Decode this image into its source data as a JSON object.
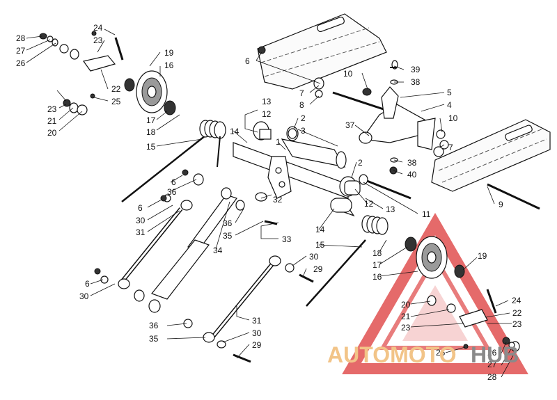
{
  "watermark": {
    "text_a": "AUTOMOTO",
    "text_b": "HUB",
    "color_a": "#f2c488",
    "color_b": "#8a8a8a",
    "triangle_color": "#e05050"
  },
  "labels": {
    "l28a": "28",
    "l27a": "27",
    "l26a": "26",
    "l24a": "24",
    "l23a": "23",
    "l19a": "19",
    "l16a": "16",
    "l22a": "22",
    "l25a": "25",
    "l23b": "23",
    "l21a": "21",
    "l20a": "20",
    "l17a": "17",
    "l18a": "18",
    "l15a": "15",
    "l14a": "14",
    "l13a": "13",
    "l12a": "12",
    "l2a": "2",
    "l3a": "3",
    "l1": "1",
    "l6a": "6",
    "l6b": "6",
    "l6c": "6",
    "l6d": "6",
    "l36a": "36",
    "l36b": "36",
    "l36c": "36",
    "l30a": "30",
    "l30b": "30",
    "l30c": "30",
    "l30d": "30",
    "l31a": "31",
    "l31b": "31",
    "l32": "32",
    "l33": "33",
    "l34": "34",
    "l35a": "35",
    "l35b": "35",
    "l29a": "29",
    "l29b": "29",
    "l10a": "10",
    "l10b": "10",
    "l39": "39",
    "l38a": "38",
    "l38b": "38",
    "l40": "40",
    "l5": "5",
    "l4": "4",
    "l7a": "7",
    "l7b": "7",
    "l8": "8",
    "l37": "37",
    "l9": "9",
    "l11": "11",
    "l2b": "2",
    "l12b": "12",
    "l13b": "13",
    "l14b": "14",
    "l15b": "15",
    "l18b": "18",
    "l17b": "17",
    "l16b": "16",
    "l19b": "19",
    "l24b": "24",
    "l22b": "22",
    "l20b": "20",
    "l21b": "21",
    "l23c": "23",
    "l23d": "23",
    "l25b": "25",
    "l26b": "26",
    "l27b": "27",
    "l28b": "28"
  }
}
